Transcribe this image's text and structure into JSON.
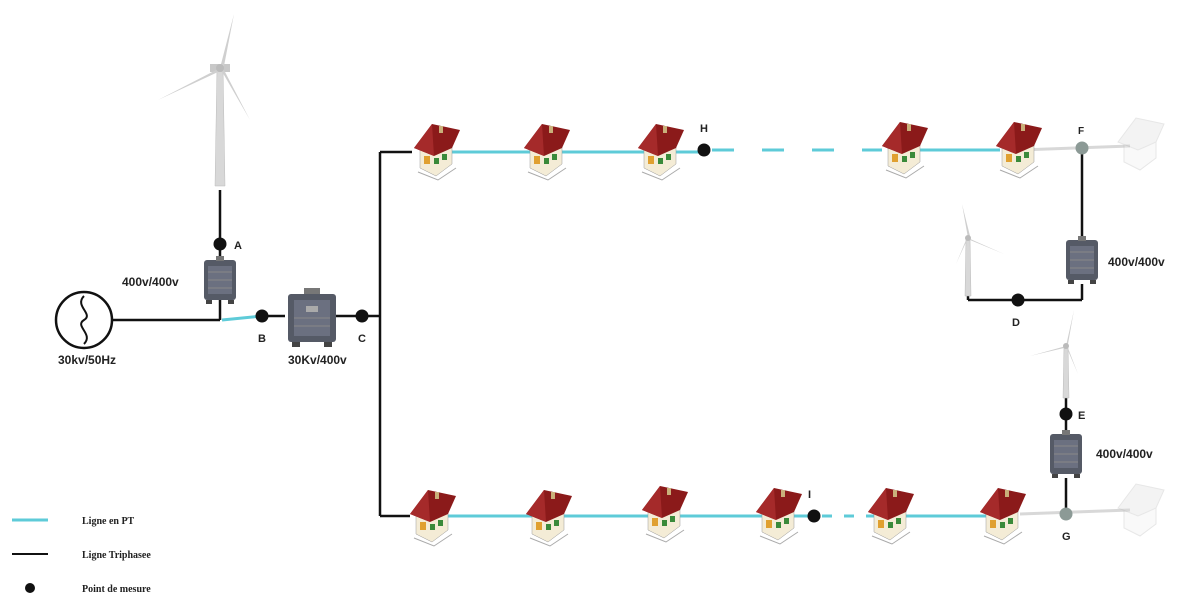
{
  "colors": {
    "pt_line": "#5ecbd8",
    "tri_line": "#111111",
    "roof": "#8b1a1a",
    "wall": "#f4ecd6",
    "transformer": "#555a66",
    "ghost": "#dddddd"
  },
  "source": {
    "label": "30kv/50Hz",
    "icon": "ac-source-icon"
  },
  "transformers": {
    "t1": {
      "label": "400v/400v"
    },
    "t_main": {
      "label": "30Kv/400v"
    },
    "t_right_top": {
      "label": "400v/400v"
    },
    "t_right_bottom": {
      "label": "400v/400v"
    }
  },
  "points": {
    "A": "A",
    "B": "B",
    "C": "C",
    "D": "D",
    "E": "E",
    "F": "F",
    "G": "G",
    "H": "H",
    "I": "I"
  },
  "legend": [
    {
      "label": "Ligne en PT",
      "type": "pt"
    },
    {
      "label": "Ligne Triphasee",
      "type": "tri"
    },
    {
      "label": "Point de mesure",
      "type": "point"
    }
  ]
}
